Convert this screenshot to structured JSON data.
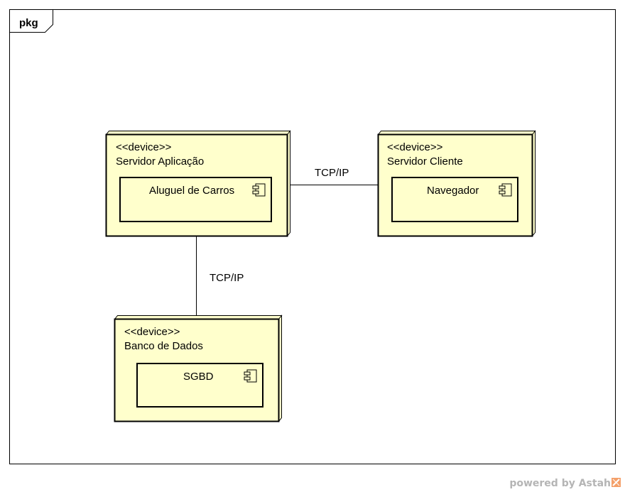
{
  "frame": {
    "label": "pkg"
  },
  "nodes": {
    "app_server": {
      "stereotype": "<<device>>",
      "name": "Servidor Aplicação",
      "component": "Aluguel de Carros"
    },
    "client_server": {
      "stereotype": "<<device>>",
      "name": "Servidor Cliente",
      "component": "Navegador"
    },
    "database": {
      "stereotype": "<<device>>",
      "name": "Banco de Dados",
      "component": "SGBD"
    }
  },
  "links": {
    "app_client": {
      "label": "TCP/IP"
    },
    "app_database": {
      "label": "TCP/IP"
    }
  },
  "watermark": {
    "text": "powered by Astah"
  },
  "colors": {
    "node_fill": "#ffffcc",
    "node_side_fill": "#ffffcc",
    "stroke": "#000000",
    "frame_stroke": "#000000",
    "watermark_text": "#b5b5b5",
    "watermark_logo": "#f4a06a"
  }
}
